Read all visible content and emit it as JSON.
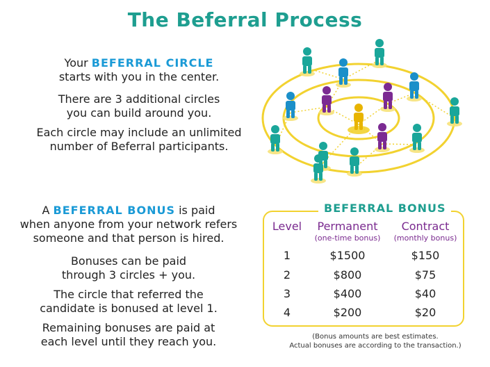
{
  "title": "The Beferral Process",
  "circle_section": {
    "lead_prefix": "Your",
    "lead_highlight": "BEFERRAL CIRCLE",
    "lead_rest": "starts with you in the center.",
    "p2_line1": "There are 3 additional circles",
    "p2_line2": "you can build around you.",
    "p3_line1": "Each circle may include an unlimited",
    "p3_line2": "number of Beferral participants."
  },
  "bonus_section": {
    "p1_prefix": "A",
    "p1_highlight": "BEFERRAL BONUS",
    "p1_suffix": "is paid",
    "p1_line2": "when anyone from your network refers",
    "p1_line3": "someone and that person is hired.",
    "p2_line1": "Bonuses can be paid",
    "p2_line2": "through 3 circles + you.",
    "p3_line1": "The circle that referred the",
    "p3_line2": "candidate is bonused at level 1.",
    "p4_line1": "Remaining bonuses are paid at",
    "p4_line2": "each level until they reach you."
  },
  "bonus_table": {
    "title": "BEFERRAL BONUS",
    "headers": {
      "level": "Level",
      "permanent": "Permanent",
      "permanent_sub": "(one-time bonus)",
      "contract": "Contract",
      "contract_sub": "(monthly bonus)"
    },
    "rows": [
      {
        "level": "1",
        "permanent": "$1500",
        "contract": "$150"
      },
      {
        "level": "2",
        "permanent": "$800",
        "contract": "$75"
      },
      {
        "level": "3",
        "permanent": "$400",
        "contract": "$40"
      },
      {
        "level": "4",
        "permanent": "$200",
        "contract": "$20"
      }
    ],
    "footnote_line1": "(Bonus amounts are best estimates.",
    "footnote_line2": "Actual bonuses are according to the transaction.)"
  },
  "colors": {
    "title_teal": "#1e9e90",
    "highlight_blue": "#1a9ad6",
    "header_purple": "#7a2a8f",
    "ring_yellow": "#f2d230",
    "person_teal": "#1aa69a",
    "person_blue": "#1b8fc9",
    "person_purple": "#7b2a92",
    "person_center": "#e8b400"
  }
}
